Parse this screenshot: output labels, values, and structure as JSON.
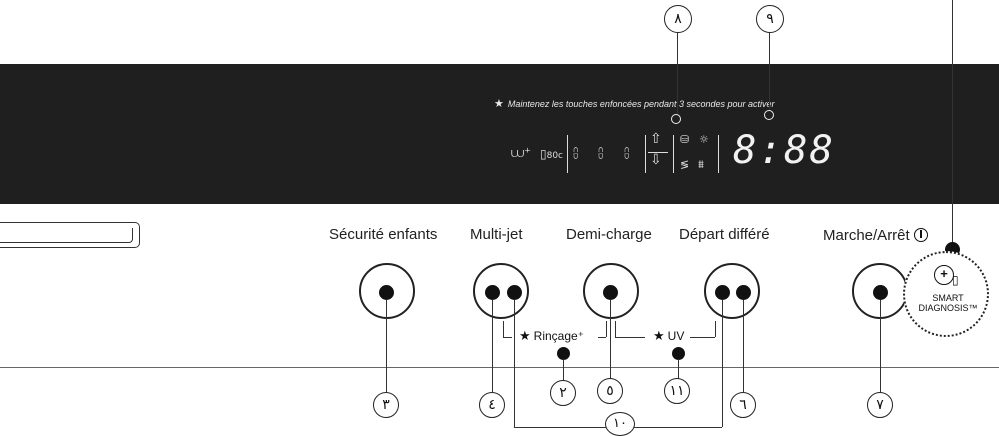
{
  "panel": {
    "note": "Maintenez les touches enfoncées pendant 3 secondes pour activer",
    "note_star": "★",
    "display_text": "8:88",
    "temp_label": "80c"
  },
  "buttons": {
    "child_lock": "Sécurité enfants",
    "multi_jet": "Multi-jet",
    "half_load": "Demi-charge",
    "delay_start": "Départ différé",
    "power": "Marche/Arrêt"
  },
  "sub_labels": {
    "rinse": "Rinçage⁺",
    "uv": "UV",
    "star": "★"
  },
  "smart_diagnosis": {
    "line1": "SMART",
    "line2": "DIAGNOSIS™"
  },
  "callouts": {
    "n2": "٢",
    "n3": "٣",
    "n4": "٤",
    "n5": "٥",
    "n6": "٦",
    "n7": "٧",
    "n8": "٨",
    "n9": "٩",
    "n10": "١٠",
    "n11": "١١"
  }
}
